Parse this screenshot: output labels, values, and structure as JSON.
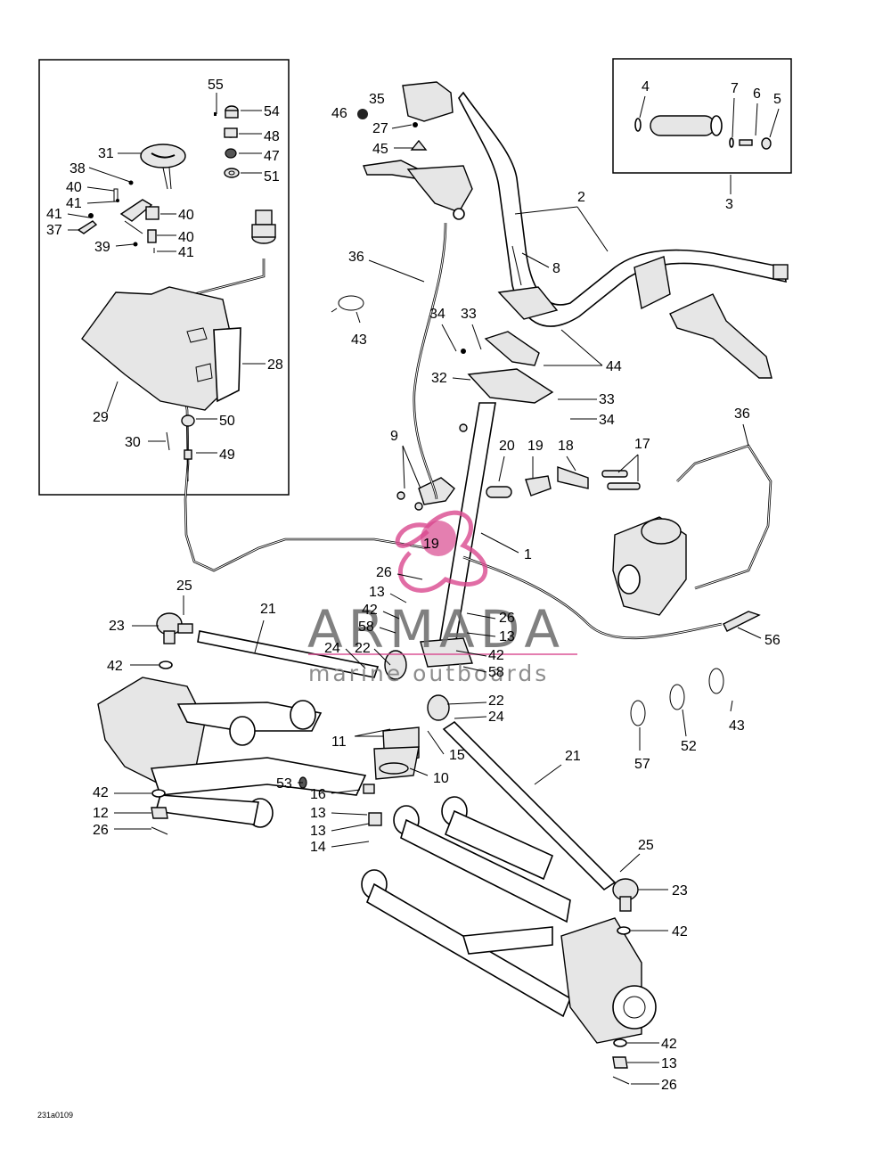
{
  "figure_code": "231a0109",
  "watermark": {
    "brand": "ARMADA",
    "tagline": "marine outboards",
    "accent_color": "#d9488f",
    "text_color": "#6b6b6b"
  },
  "inset_left": {
    "labels": [
      "55",
      "54",
      "48",
      "47",
      "51",
      "31",
      "38",
      "40",
      "41",
      "41",
      "37",
      "40",
      "40",
      "39",
      "41",
      "28",
      "29",
      "50",
      "30",
      "49"
    ]
  },
  "inset_right": {
    "labels": [
      "4",
      "7",
      "6",
      "5",
      "3"
    ]
  },
  "main": {
    "labels": [
      "35",
      "46",
      "27",
      "45",
      "2",
      "36",
      "8",
      "43",
      "34",
      "33",
      "44",
      "32",
      "33",
      "34",
      "9",
      "20",
      "19",
      "18",
      "17",
      "36",
      "1",
      "19",
      "26",
      "25",
      "21",
      "23",
      "42",
      "13",
      "42",
      "58",
      "26",
      "13",
      "24",
      "22",
      "42",
      "58",
      "56",
      "22",
      "24",
      "11",
      "15",
      "43",
      "52",
      "57",
      "10",
      "21",
      "53",
      "42",
      "16",
      "12",
      "13",
      "26",
      "13",
      "14",
      "25",
      "23",
      "42",
      "42",
      "13",
      "26"
    ]
  }
}
